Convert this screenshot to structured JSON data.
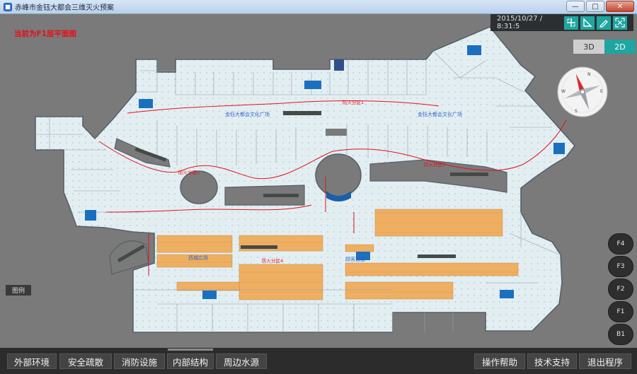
{
  "window": {
    "title": "赤峰市金钰大都会三维灭火预案",
    "minimize": "—",
    "maximize": "□",
    "close": "✕"
  },
  "map": {
    "floor_label": "当前为F1层平面图"
  },
  "toolbar": {
    "datetime": "2015/10/27 / 8:31:5",
    "icons": [
      "add-point-icon",
      "angle-measure-icon",
      "pencil-icon",
      "fullscreen-icon"
    ]
  },
  "view_toggle": {
    "three_d": "3D",
    "two_d": "2D",
    "active": "2D"
  },
  "compass": {
    "n": "N",
    "s": "S",
    "e": "E",
    "w": "W"
  },
  "floors": [
    "F4",
    "F3",
    "F2",
    "F1",
    "B1"
  ],
  "legend": "图例",
  "bottom_left": [
    "外部环境",
    "安全疏散",
    "消防设施",
    "内部结构",
    "周边水源"
  ],
  "bottom_right": [
    "操作帮助",
    "技术支持",
    "退出程序"
  ],
  "bottom_active": "内部结构",
  "colors": {
    "accent": "#1fa6a1",
    "plan_bg": "#e3eef3",
    "room_orange": "#eeaf62",
    "route": "#e4101a",
    "stair": "#1b6fbf"
  }
}
